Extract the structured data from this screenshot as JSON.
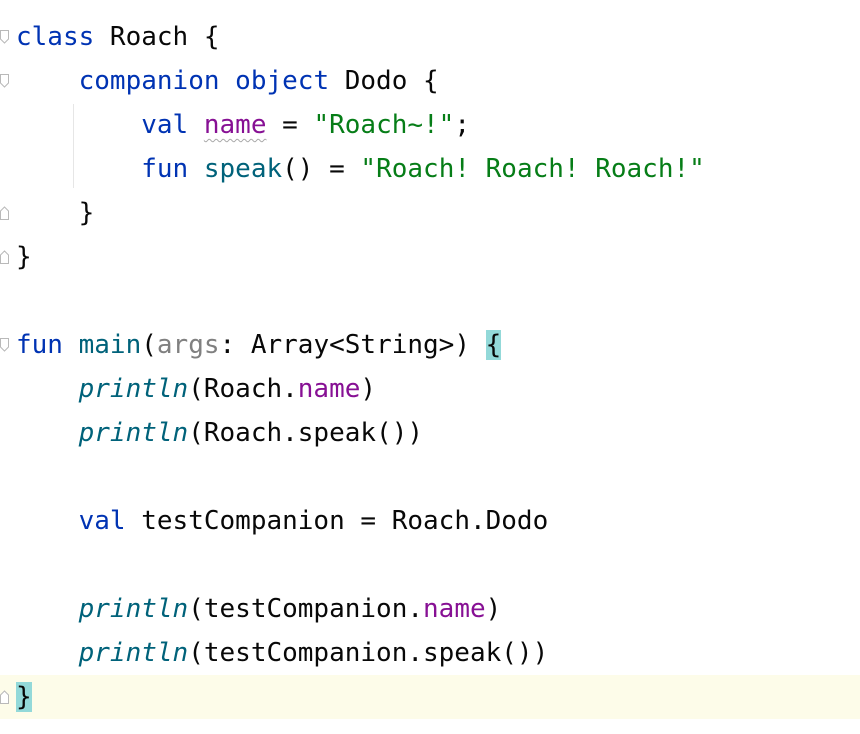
{
  "editor": {
    "lines": [
      {
        "id": 1,
        "tokens": [
          {
            "t": "class",
            "c": "kw"
          },
          {
            "t": " Roach {",
            "c": "plain"
          }
        ]
      },
      {
        "id": 2,
        "tokens": [
          {
            "t": "    ",
            "c": "plain"
          },
          {
            "t": "companion",
            "c": "kw"
          },
          {
            "t": " ",
            "c": "plain"
          },
          {
            "t": "object",
            "c": "kw"
          },
          {
            "t": " Dodo {",
            "c": "plain"
          }
        ]
      },
      {
        "id": 3,
        "tokens": [
          {
            "t": "        ",
            "c": "plain"
          },
          {
            "t": "val",
            "c": "kw"
          },
          {
            "t": " ",
            "c": "plain"
          },
          {
            "t": "name",
            "c": "prop squiggle"
          },
          {
            "t": " = ",
            "c": "plain"
          },
          {
            "t": "\"Roach~!\"",
            "c": "str"
          },
          {
            "t": ";",
            "c": "plain"
          }
        ]
      },
      {
        "id": 4,
        "tokens": [
          {
            "t": "        ",
            "c": "plain"
          },
          {
            "t": "fun",
            "c": "kw"
          },
          {
            "t": " ",
            "c": "plain"
          },
          {
            "t": "speak",
            "c": "fn-decl"
          },
          {
            "t": "() = ",
            "c": "plain"
          },
          {
            "t": "\"Roach! Roach! Roach!\"",
            "c": "str"
          }
        ]
      },
      {
        "id": 5,
        "tokens": [
          {
            "t": "    }",
            "c": "plain"
          }
        ]
      },
      {
        "id": 6,
        "tokens": [
          {
            "t": "}",
            "c": "plain"
          }
        ]
      },
      {
        "id": 7,
        "tokens": []
      },
      {
        "id": 8,
        "tokens": [
          {
            "t": "fun",
            "c": "kw"
          },
          {
            "t": " ",
            "c": "plain"
          },
          {
            "t": "main",
            "c": "fn-decl"
          },
          {
            "t": "(",
            "c": "plain"
          },
          {
            "t": "args",
            "c": "param"
          },
          {
            "t": ": Array<String>) ",
            "c": "plain"
          },
          {
            "t": "{",
            "c": "plain brace-match"
          }
        ]
      },
      {
        "id": 9,
        "tokens": [
          {
            "t": "    ",
            "c": "plain"
          },
          {
            "t": "println",
            "c": "fn-call"
          },
          {
            "t": "(Roach.",
            "c": "plain"
          },
          {
            "t": "name",
            "c": "prop"
          },
          {
            "t": ")",
            "c": "plain"
          }
        ]
      },
      {
        "id": 10,
        "tokens": [
          {
            "t": "    ",
            "c": "plain"
          },
          {
            "t": "println",
            "c": "fn-call"
          },
          {
            "t": "(Roach.speak())",
            "c": "plain"
          }
        ]
      },
      {
        "id": 11,
        "tokens": []
      },
      {
        "id": 12,
        "tokens": [
          {
            "t": "    ",
            "c": "plain"
          },
          {
            "t": "val",
            "c": "kw"
          },
          {
            "t": " testCompanion = Roach.Dodo",
            "c": "plain"
          }
        ]
      },
      {
        "id": 13,
        "tokens": []
      },
      {
        "id": 14,
        "tokens": [
          {
            "t": "    ",
            "c": "plain"
          },
          {
            "t": "println",
            "c": "fn-call"
          },
          {
            "t": "(testCompanion.",
            "c": "plain"
          },
          {
            "t": "name",
            "c": "prop"
          },
          {
            "t": ")",
            "c": "plain"
          }
        ]
      },
      {
        "id": 15,
        "tokens": [
          {
            "t": "    ",
            "c": "plain"
          },
          {
            "t": "println",
            "c": "fn-call"
          },
          {
            "t": "(testCompanion.speak())",
            "c": "plain"
          }
        ]
      },
      {
        "id": 16,
        "current": true,
        "tokens": [
          {
            "t": "}",
            "c": "plain brace-match"
          }
        ]
      }
    ],
    "colors": {
      "keyword": "#0033b3",
      "string": "#067d17",
      "property": "#871094",
      "function": "#00627a",
      "parameter": "#808080",
      "brace_match": "#93d9d9",
      "current_line": "#fdfce9"
    }
  }
}
